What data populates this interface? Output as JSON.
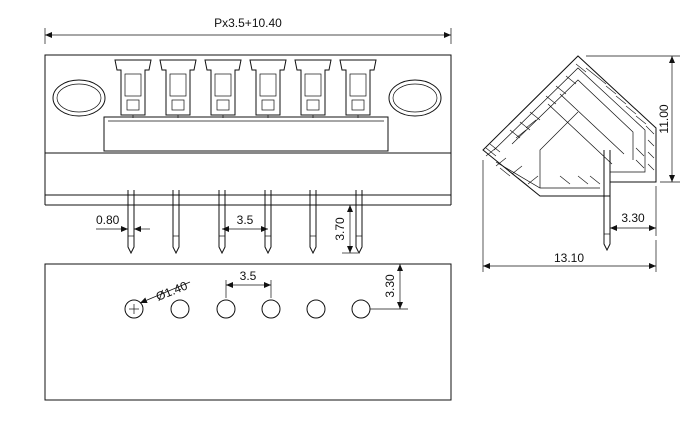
{
  "dimensions": {
    "overall_width": "Px3.5+10.40",
    "pin_width": "0.80",
    "pitch_side": "3.5",
    "pin_length": "3.70",
    "hole_diameter": "Ø1.40",
    "pitch_bottom": "3.5",
    "hole_offset": "3.30",
    "side_height": "11.00",
    "side_pin_offset": "3.30",
    "side_depth": "13.10"
  }
}
